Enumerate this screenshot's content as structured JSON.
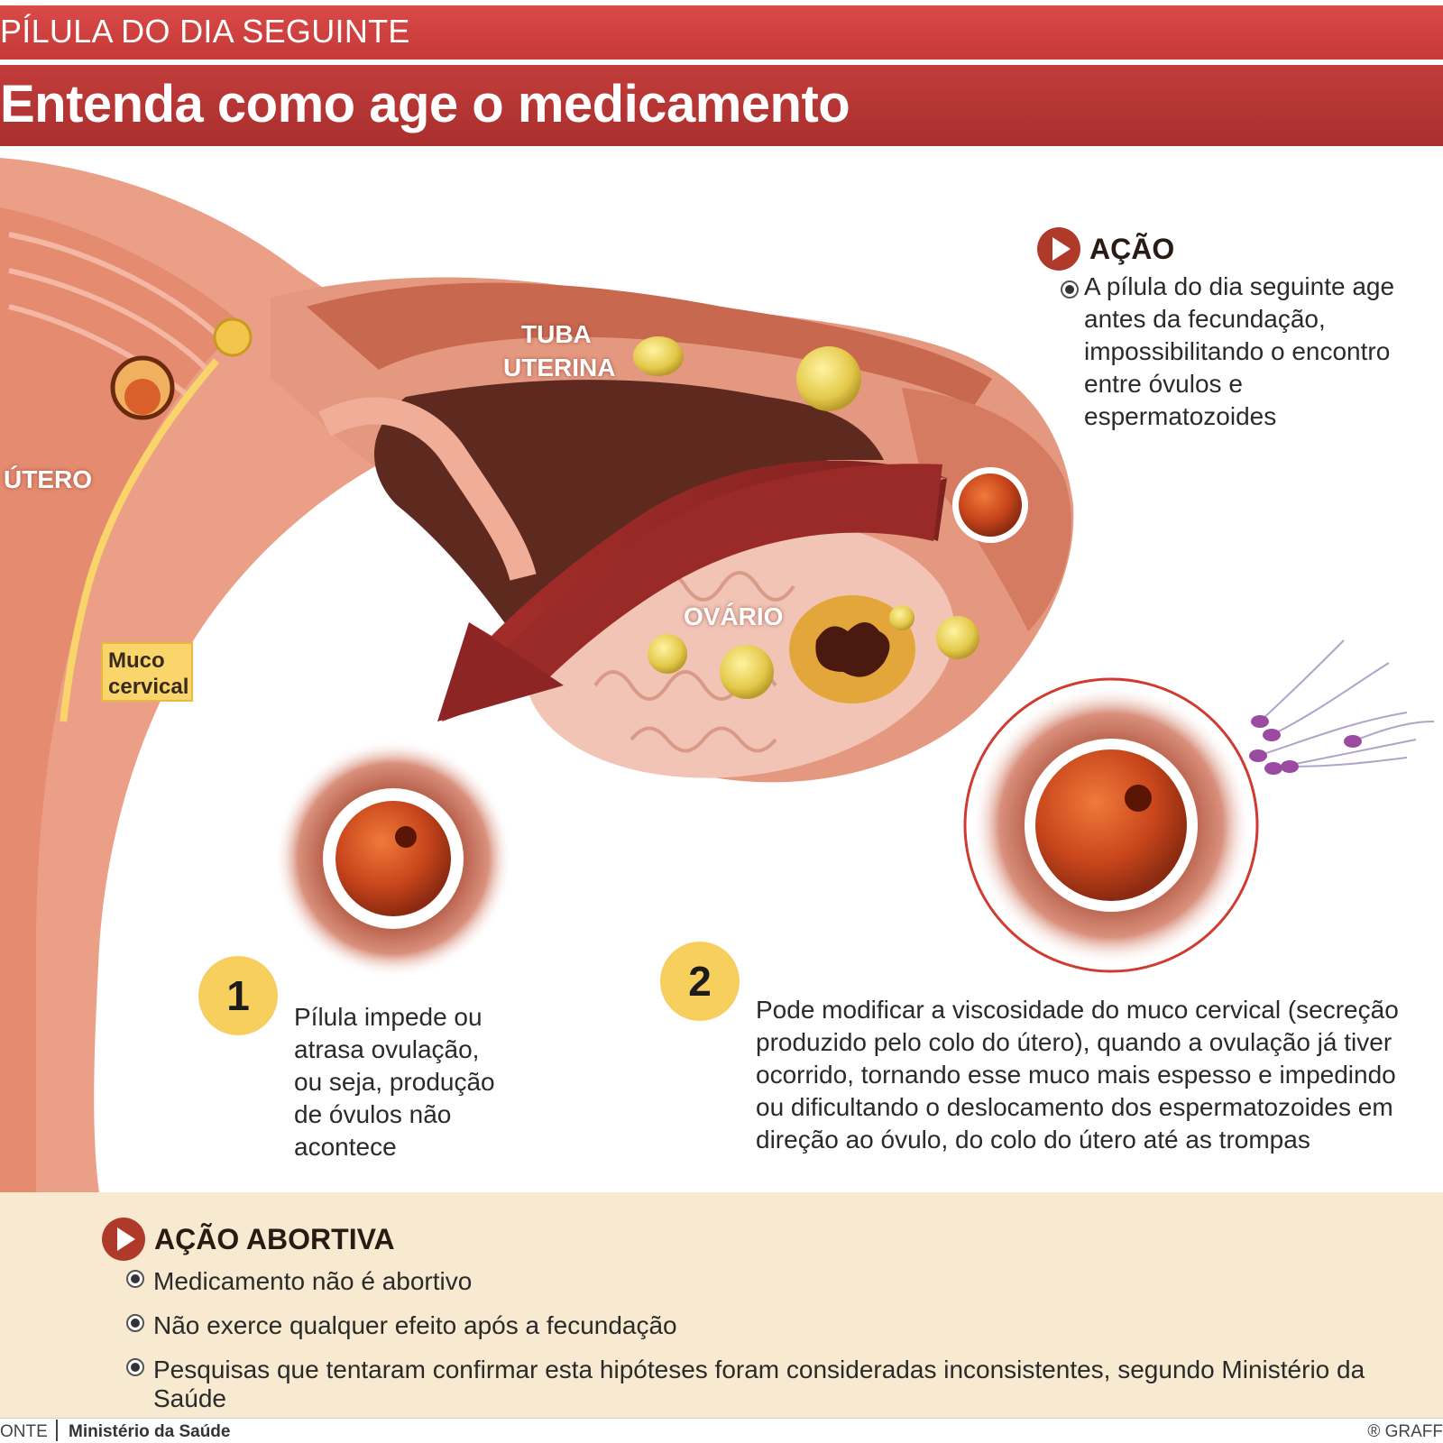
{
  "header": {
    "kicker": "PÍLULA DO DIA SEGUINTE",
    "title": "Entenda como age o medicamento"
  },
  "diagram_labels": {
    "utero": "ÚTERO",
    "tuba": "TUBA",
    "uterina": "UTERINA",
    "ovario": "OVÁRIO",
    "muco_line1": "Muco",
    "muco_line2": "cervical"
  },
  "acao": {
    "heading": "AÇÃO",
    "text_lines": [
      "A pílula do dia seguinte age",
      "antes da fecundação,",
      "impossibilitando o encontro",
      "entre óvulos e",
      "espermatozoides"
    ]
  },
  "steps": [
    {
      "number": "1",
      "lines": [
        "Pílula impede ou",
        "atrasa ovulação,",
        "ou seja, produção",
        "de óvulos não",
        "acontece"
      ]
    },
    {
      "number": "2",
      "lines": [
        "Pode modificar a viscosidade do muco cervical (secreção",
        "produzido pelo colo do útero), quando a ovulação já tiver",
        "ocorrido, tornando esse muco mais espesso e impedindo",
        "ou dificultando o deslocamento  dos espermatozoides em",
        "direção ao óvulo,  do colo do útero até as trompas"
      ]
    }
  ],
  "acao_abortiva": {
    "heading": "AÇÃO ABORTIVA",
    "items": [
      "Medicamento não é abortivo",
      "Não exerce qualquer efeito após a fecundação",
      "Pesquisas que tentaram confirmar esta hipóteses foram consideradas inconsistentes, segundo Ministério da Saúde"
    ]
  },
  "footer": {
    "source_label": "ONTE",
    "source_org": "Ministério da Saúde",
    "credit": "® GRAFF"
  },
  "colors": {
    "header_red": "#c53937",
    "title_red": "#a92f2e",
    "tissue": "#ec9f87",
    "tissue_dark": "#c8684f",
    "cavity": "#5e2a20",
    "arrow": "#8f2825",
    "egg": "#c9461c",
    "yellow": "#f6cf5c",
    "panel": "#f8ead0"
  }
}
